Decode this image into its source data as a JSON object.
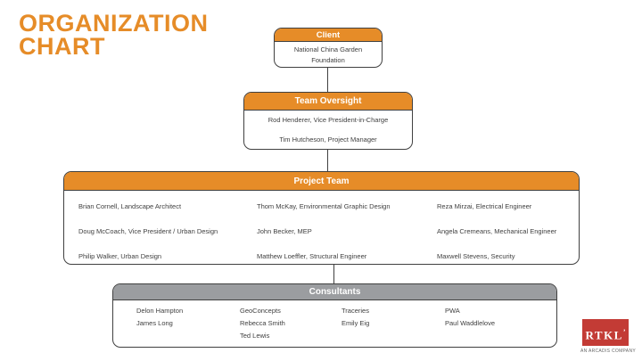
{
  "slide_title": {
    "line1": "ORGANIZATION",
    "line2": "CHART"
  },
  "colors": {
    "accent_orange": "#E68C28",
    "header_gray": "#9B9DA0",
    "border": "#404040",
    "text": "#3F3F3F",
    "logo_red": "#C33B35"
  },
  "client": {
    "header": "Client",
    "name": "National China Garden Foundation"
  },
  "team_oversight": {
    "header": "Team Oversight",
    "members": [
      "Rod Henderer, Vice President-in-Charge",
      "Tim Hutcheson, Project Manager"
    ]
  },
  "project_team": {
    "header": "Project Team",
    "rows": [
      [
        "Brian Cornell, Landscape Architect",
        "Thom McKay, Environmental Graphic Design",
        "Reza Mirzai, Electrical Engineer"
      ],
      [
        "Doug McCoach,  Vice President / Urban Design",
        "John Becker, MEP",
        "Angela Cremeans,  Mechanical Engineer"
      ],
      [
        "Philip Walker, Urban Design",
        "Matthew Loeffler, Structural Engineer",
        "Maxwell Stevens, Security"
      ]
    ]
  },
  "consultants": {
    "header": "Consultants",
    "columns": [
      [
        "Delon Hampton",
        "James Long"
      ],
      [
        "GeoConcepts",
        "Rebecca Smith",
        "Ted Lewis"
      ],
      [
        "Traceries",
        "Emily Eig"
      ],
      [
        "PWA",
        "Paul Waddlelove"
      ]
    ]
  },
  "logo": {
    "brand": "RTKL",
    "mark": "’",
    "tagline": "AN ARCADIS COMPANY"
  }
}
